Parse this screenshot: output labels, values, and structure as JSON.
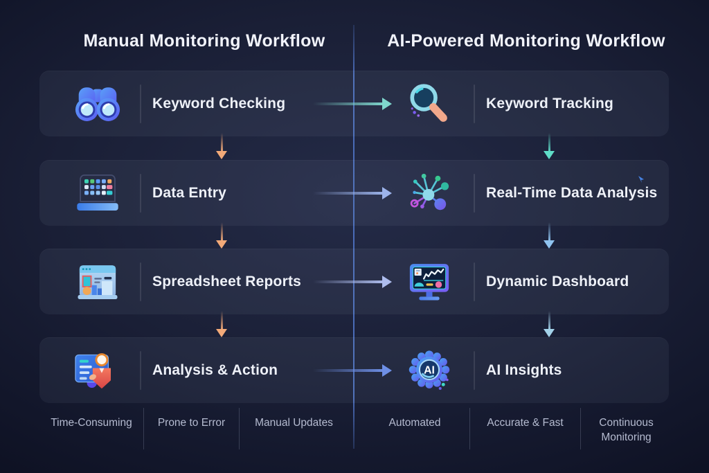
{
  "header": {
    "left_title": "Manual Monitoring Workflow",
    "right_title": "AI-Powered Monitoring Workflow"
  },
  "rows": [
    {
      "left": {
        "icon": "binoculars-icon",
        "label": "Keyword Checking"
      },
      "right": {
        "icon": "magnifier-icon",
        "label": "Keyword Tracking"
      }
    },
    {
      "left": {
        "icon": "keyboard-icon",
        "label": "Data Entry"
      },
      "right": {
        "icon": "network-nodes-icon",
        "label": "Real-Time Data Analysis"
      }
    },
    {
      "left": {
        "icon": "browser-charts-icon",
        "label": "Spreadsheet Reports"
      },
      "right": {
        "icon": "dashboard-monitor-icon",
        "label": "Dynamic Dashboard"
      }
    },
    {
      "left": {
        "icon": "document-person-icon",
        "label": "Analysis & Action"
      },
      "right": {
        "icon": "ai-brain-icon",
        "label": "AI Insights"
      }
    }
  ],
  "footer": {
    "left": [
      "Time-Consuming",
      "Prone to Error",
      "Manual Updates"
    ],
    "right": [
      "Automated",
      "Accurate & Fast",
      "Continuous Monitoring"
    ]
  },
  "colors": {
    "divider-blue": "#4a6cb8",
    "arrow-orange": "#f3aa79",
    "arrow-teal": "#5fdcc8",
    "arrow-lightblue": "#8fc3f0",
    "arrow-paleblue": "#a3d2ea",
    "h-arrow-1": "#7fd7cd",
    "h-arrow-2": "#9db4ec",
    "h-arrow-3": "#aebdee",
    "h-arrow-4": "#6e8fe6",
    "title-text": "#f1f3fa",
    "label-text": "#eef1f8",
    "footer-text": "#b5bbd0"
  }
}
